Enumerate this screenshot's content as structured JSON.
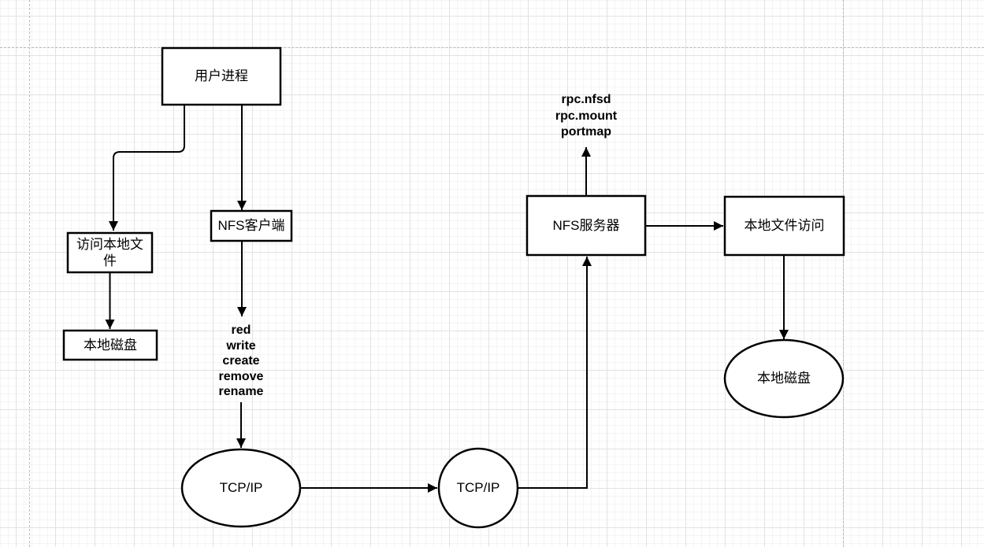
{
  "diagram": {
    "nodes": {
      "user_process": {
        "label": "用户进程"
      },
      "nfs_client": {
        "label": "NFS客户端"
      },
      "access_local_file": {
        "label": "访问本地文件"
      },
      "local_disk_left": {
        "label": "本地磁盘"
      },
      "tcpip_left": {
        "label": "TCP/IP"
      },
      "tcpip_right": {
        "label": "TCP/IP"
      },
      "nfs_server": {
        "label": "NFS服务器"
      },
      "local_file_access": {
        "label": "本地文件访问"
      },
      "local_disk_right": {
        "label": "本地磁盘"
      }
    },
    "edge_labels": {
      "client_ops": {
        "lines": [
          "red",
          "write",
          "create",
          "remove",
          "rename"
        ]
      },
      "server_daemons": {
        "lines": [
          "rpc.nfsd",
          "rpc.mount",
          "portmap"
        ]
      }
    },
    "colors": {
      "shape_stroke": "#000000",
      "shape_fill": "#ffffff",
      "grid_minor": "#f4f4f4",
      "grid_major": "#e2e2e2",
      "page_guide": "#b9b9b9"
    }
  }
}
